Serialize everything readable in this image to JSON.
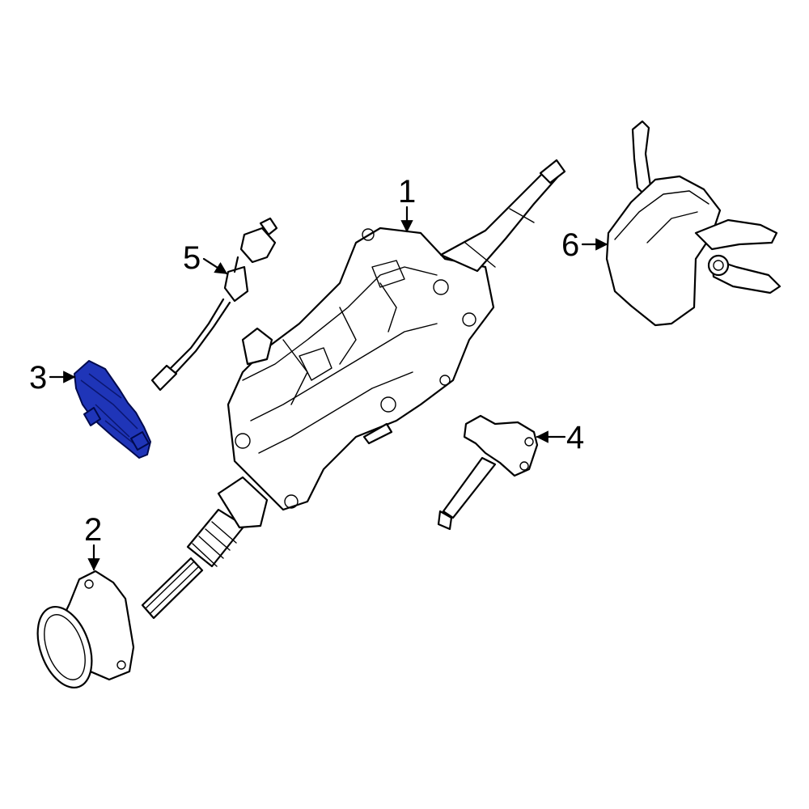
{
  "callouts": {
    "c1": "1",
    "c2": "2",
    "c3": "3",
    "c4": "4",
    "c5": "5",
    "c6": "6"
  },
  "colors": {
    "highlight": "#1f35b8",
    "line": "#000000",
    "background": "#ffffff"
  },
  "highlighted_part": "3"
}
